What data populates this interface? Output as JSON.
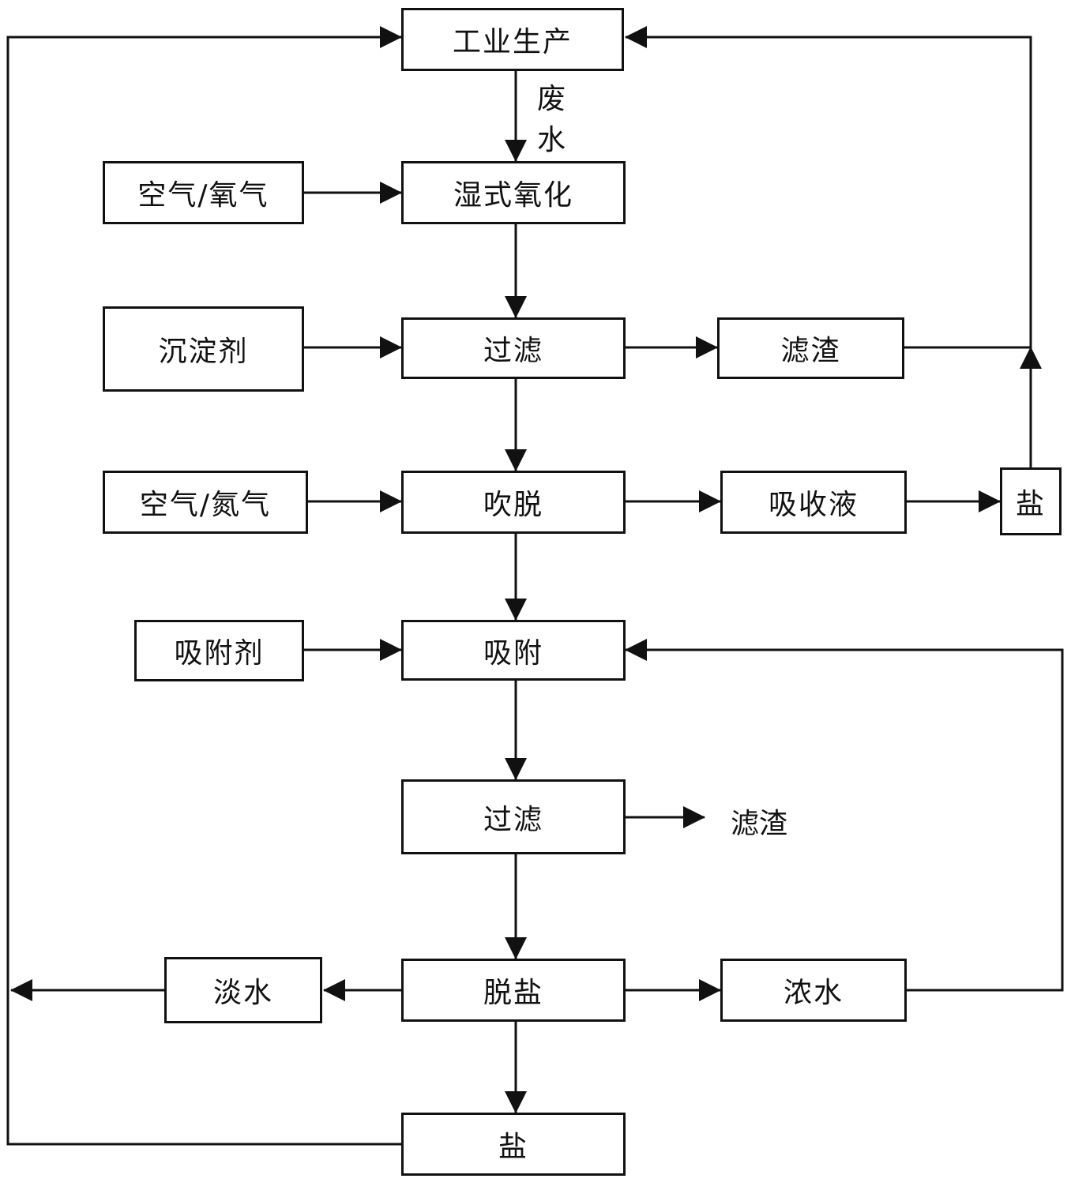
{
  "diagram": {
    "nodes": {
      "industrial_production": "工业生产",
      "wet_oxidation": "湿式氧化",
      "air_oxygen": "空气/氧气",
      "filter_1": "过滤",
      "precipitant": "沉淀剂",
      "filter_residue_1": "滤渣",
      "stripping": "吹脱",
      "air_nitrogen": "空气/氮气",
      "absorption_liquid": "吸收液",
      "salt_right": "盐",
      "adsorption": "吸附",
      "adsorbent": "吸附剂",
      "filter_2": "过滤",
      "filter_residue_2": "滤渣",
      "desalination": "脱盐",
      "fresh_water": "淡水",
      "concentrated_water": "浓水",
      "salt_bottom": "盐"
    },
    "edge_labels": {
      "wastewater_1": "废",
      "wastewater_2": "水"
    }
  }
}
